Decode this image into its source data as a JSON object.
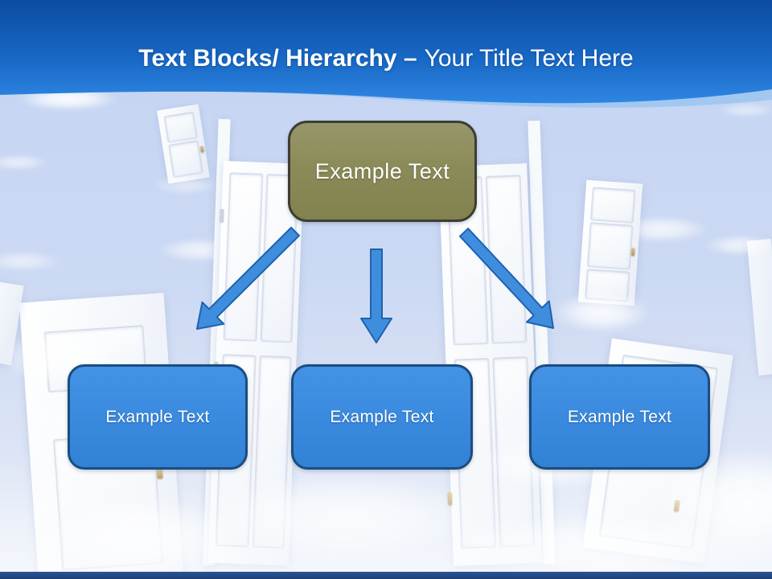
{
  "slide": {
    "title": {
      "bold": "Text Blocks/ Hierarchy –",
      "regular": "Your Title Text Here"
    },
    "hierarchy": {
      "root": {
        "label": "Example Text"
      },
      "children": [
        {
          "label": "Example Text"
        },
        {
          "label": "Example Text"
        },
        {
          "label": "Example Text"
        }
      ]
    }
  },
  "colors": {
    "header_top": "#0C4CA0",
    "header_bottom": "#2E86E2",
    "header_swoosh": "#9DC5F1",
    "sky_top": "#BCD0F0",
    "sky_bottom": "#E8EEF8",
    "title_color": "#FFFFFF",
    "root_fill": "#8B8B59",
    "root_border": "#3D3D33",
    "child_fill": "#3A8ADF",
    "child_border": "#1B4D80",
    "arrow_fill": "#3F8EDE",
    "arrow_border": "#1E62B0",
    "footer": "#1E4076"
  }
}
